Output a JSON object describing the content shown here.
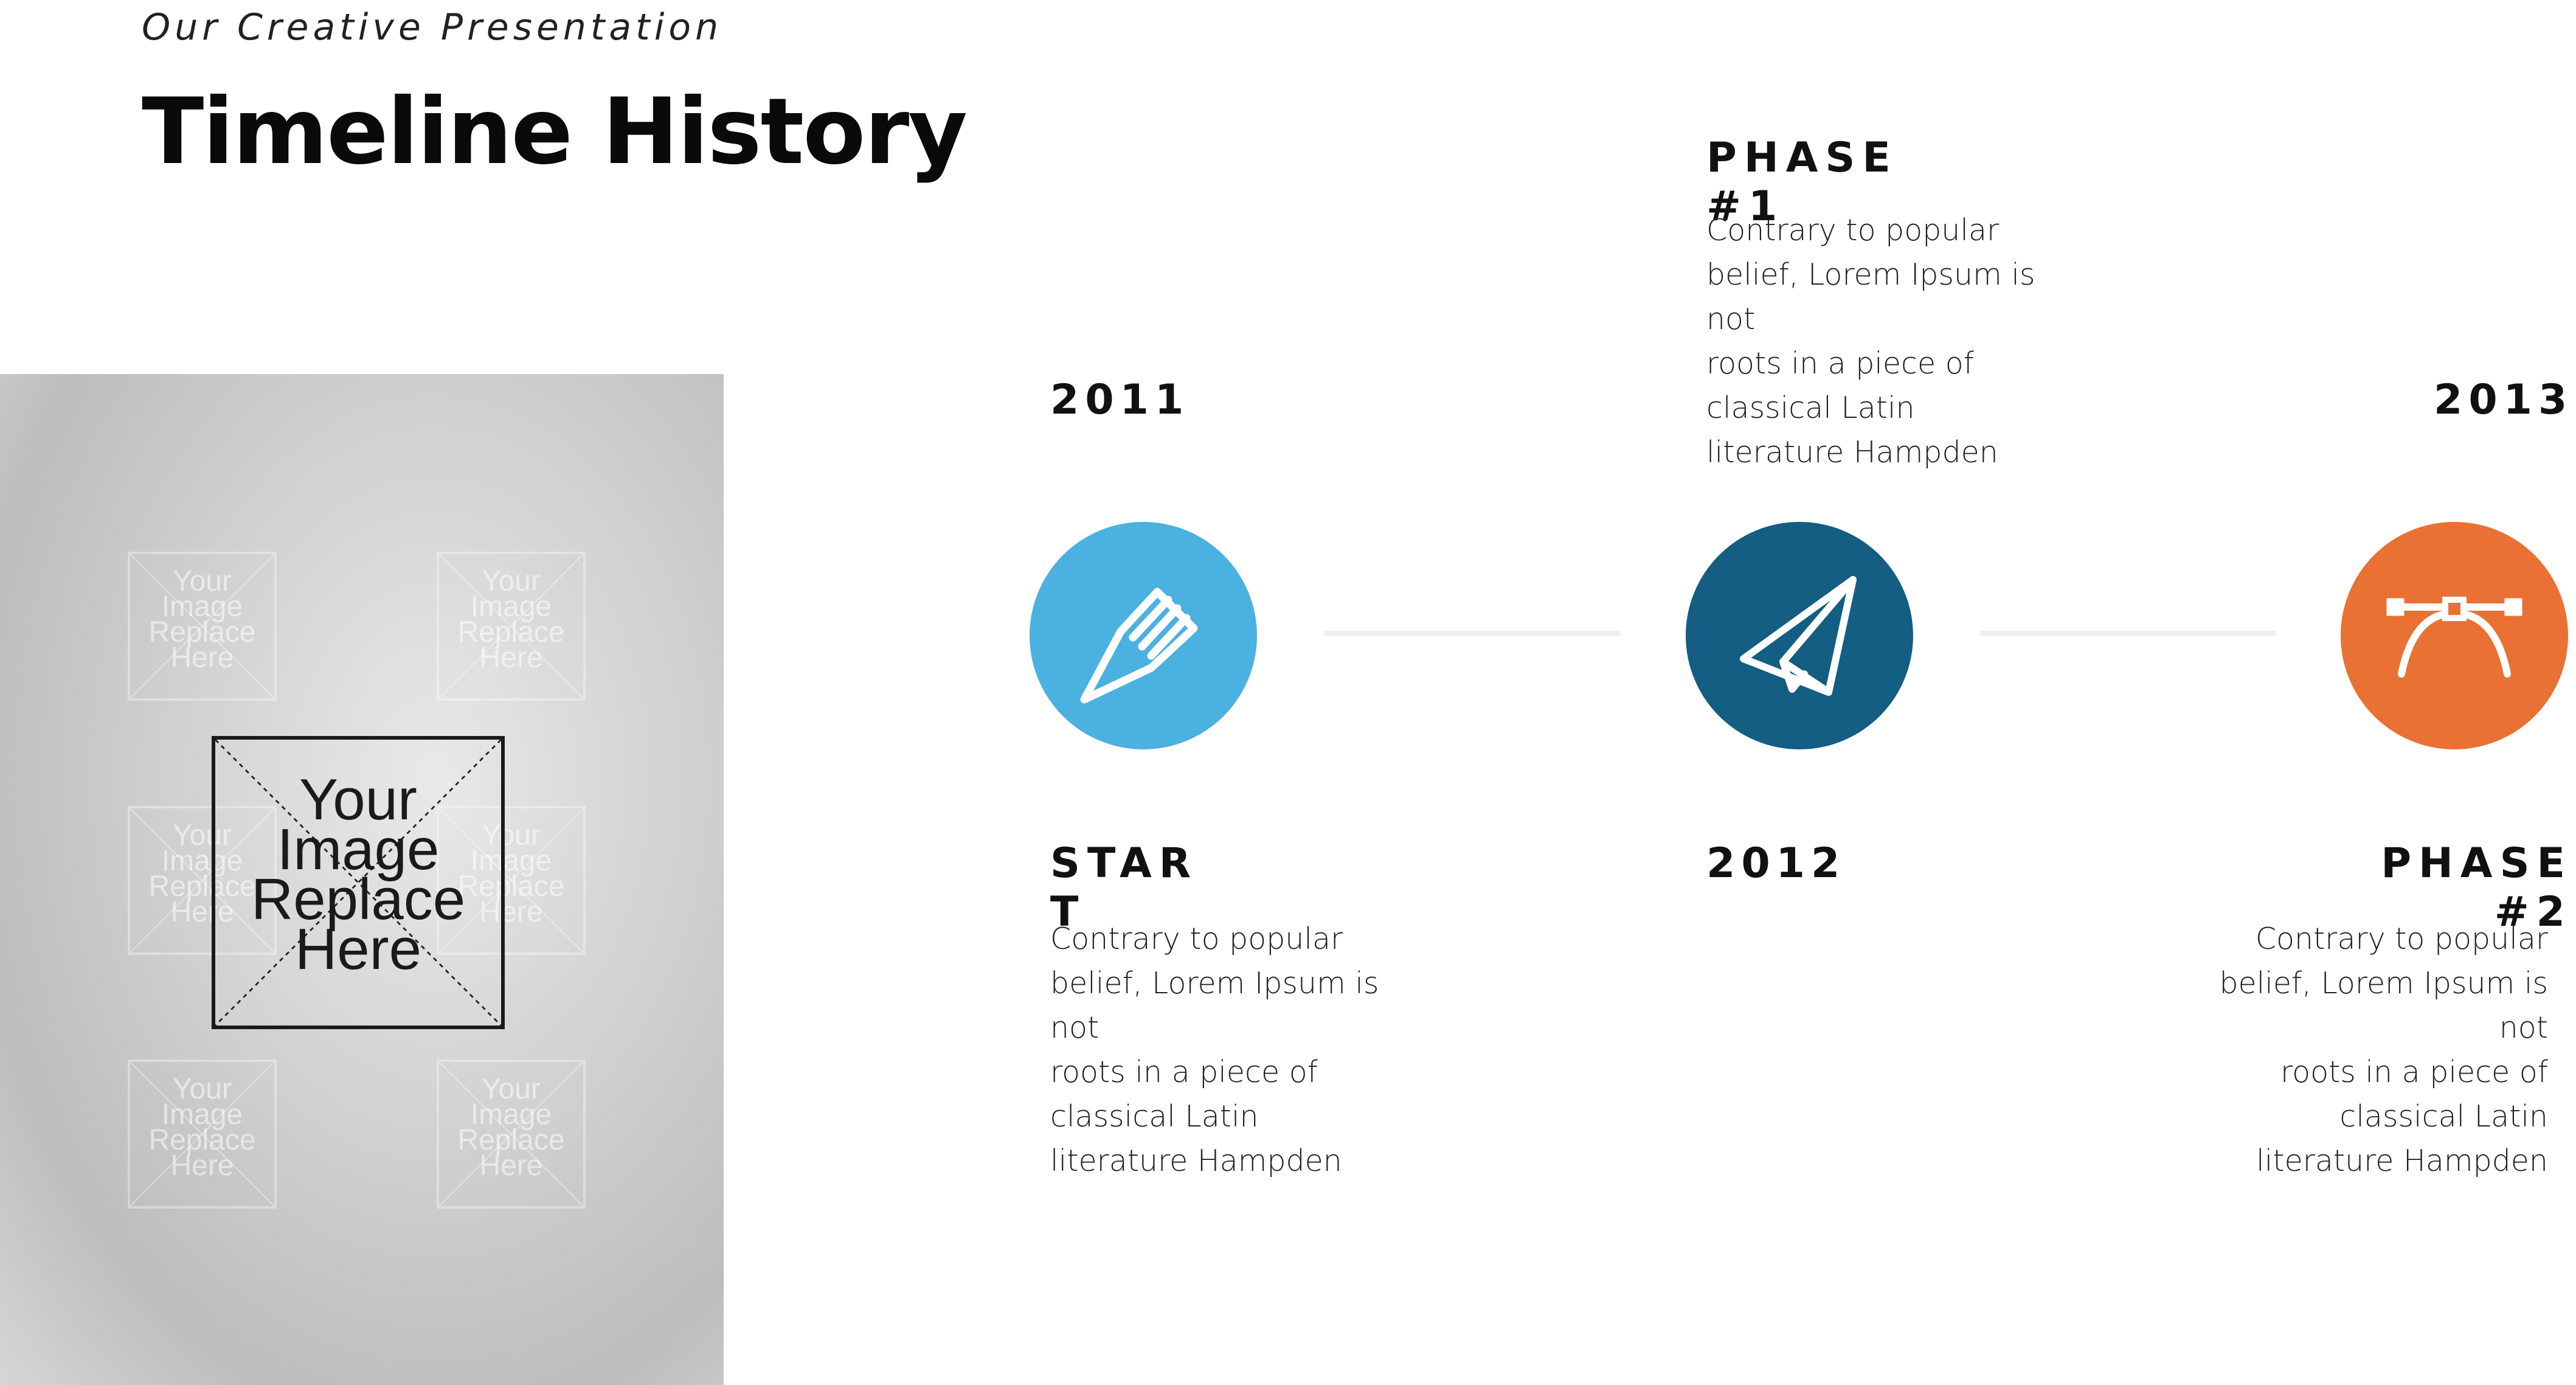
{
  "header": {
    "subtitle": "Our Creative Presentation",
    "title": "Timeline History"
  },
  "image_placeholder": {
    "main_lines": [
      "Your",
      "Image",
      "Replace",
      "Here"
    ],
    "small_lines": [
      "Your",
      "Image",
      "Replace",
      "Here"
    ]
  },
  "timeline": {
    "start": {
      "year": "2011",
      "heading": "STAR T",
      "description": "Contrary to popular\nbelief, Lorem Ipsum is\nnot\nroots in a piece of\nclassical Latin\nliterature Hampden",
      "icon": "pencil-icon",
      "color": "#4AB1E0"
    },
    "phase1": {
      "year": "2012",
      "heading": "PHASE #1",
      "description": "Contrary to popular\nbelief, Lorem Ipsum is\nnot\nroots in a piece of\nclassical Latin\nliterature Hampden",
      "icon": "paper-plane-icon",
      "color": "#135E82"
    },
    "phase2": {
      "year": "2013",
      "heading": "PHASE #2",
      "description": "Contrary to popular\nbelief, Lorem Ipsum is\nnot\nroots in a piece of\nclassical Latin\nliterature Hampden",
      "icon": "bezier-curve-icon",
      "color": "#E97133"
    }
  }
}
